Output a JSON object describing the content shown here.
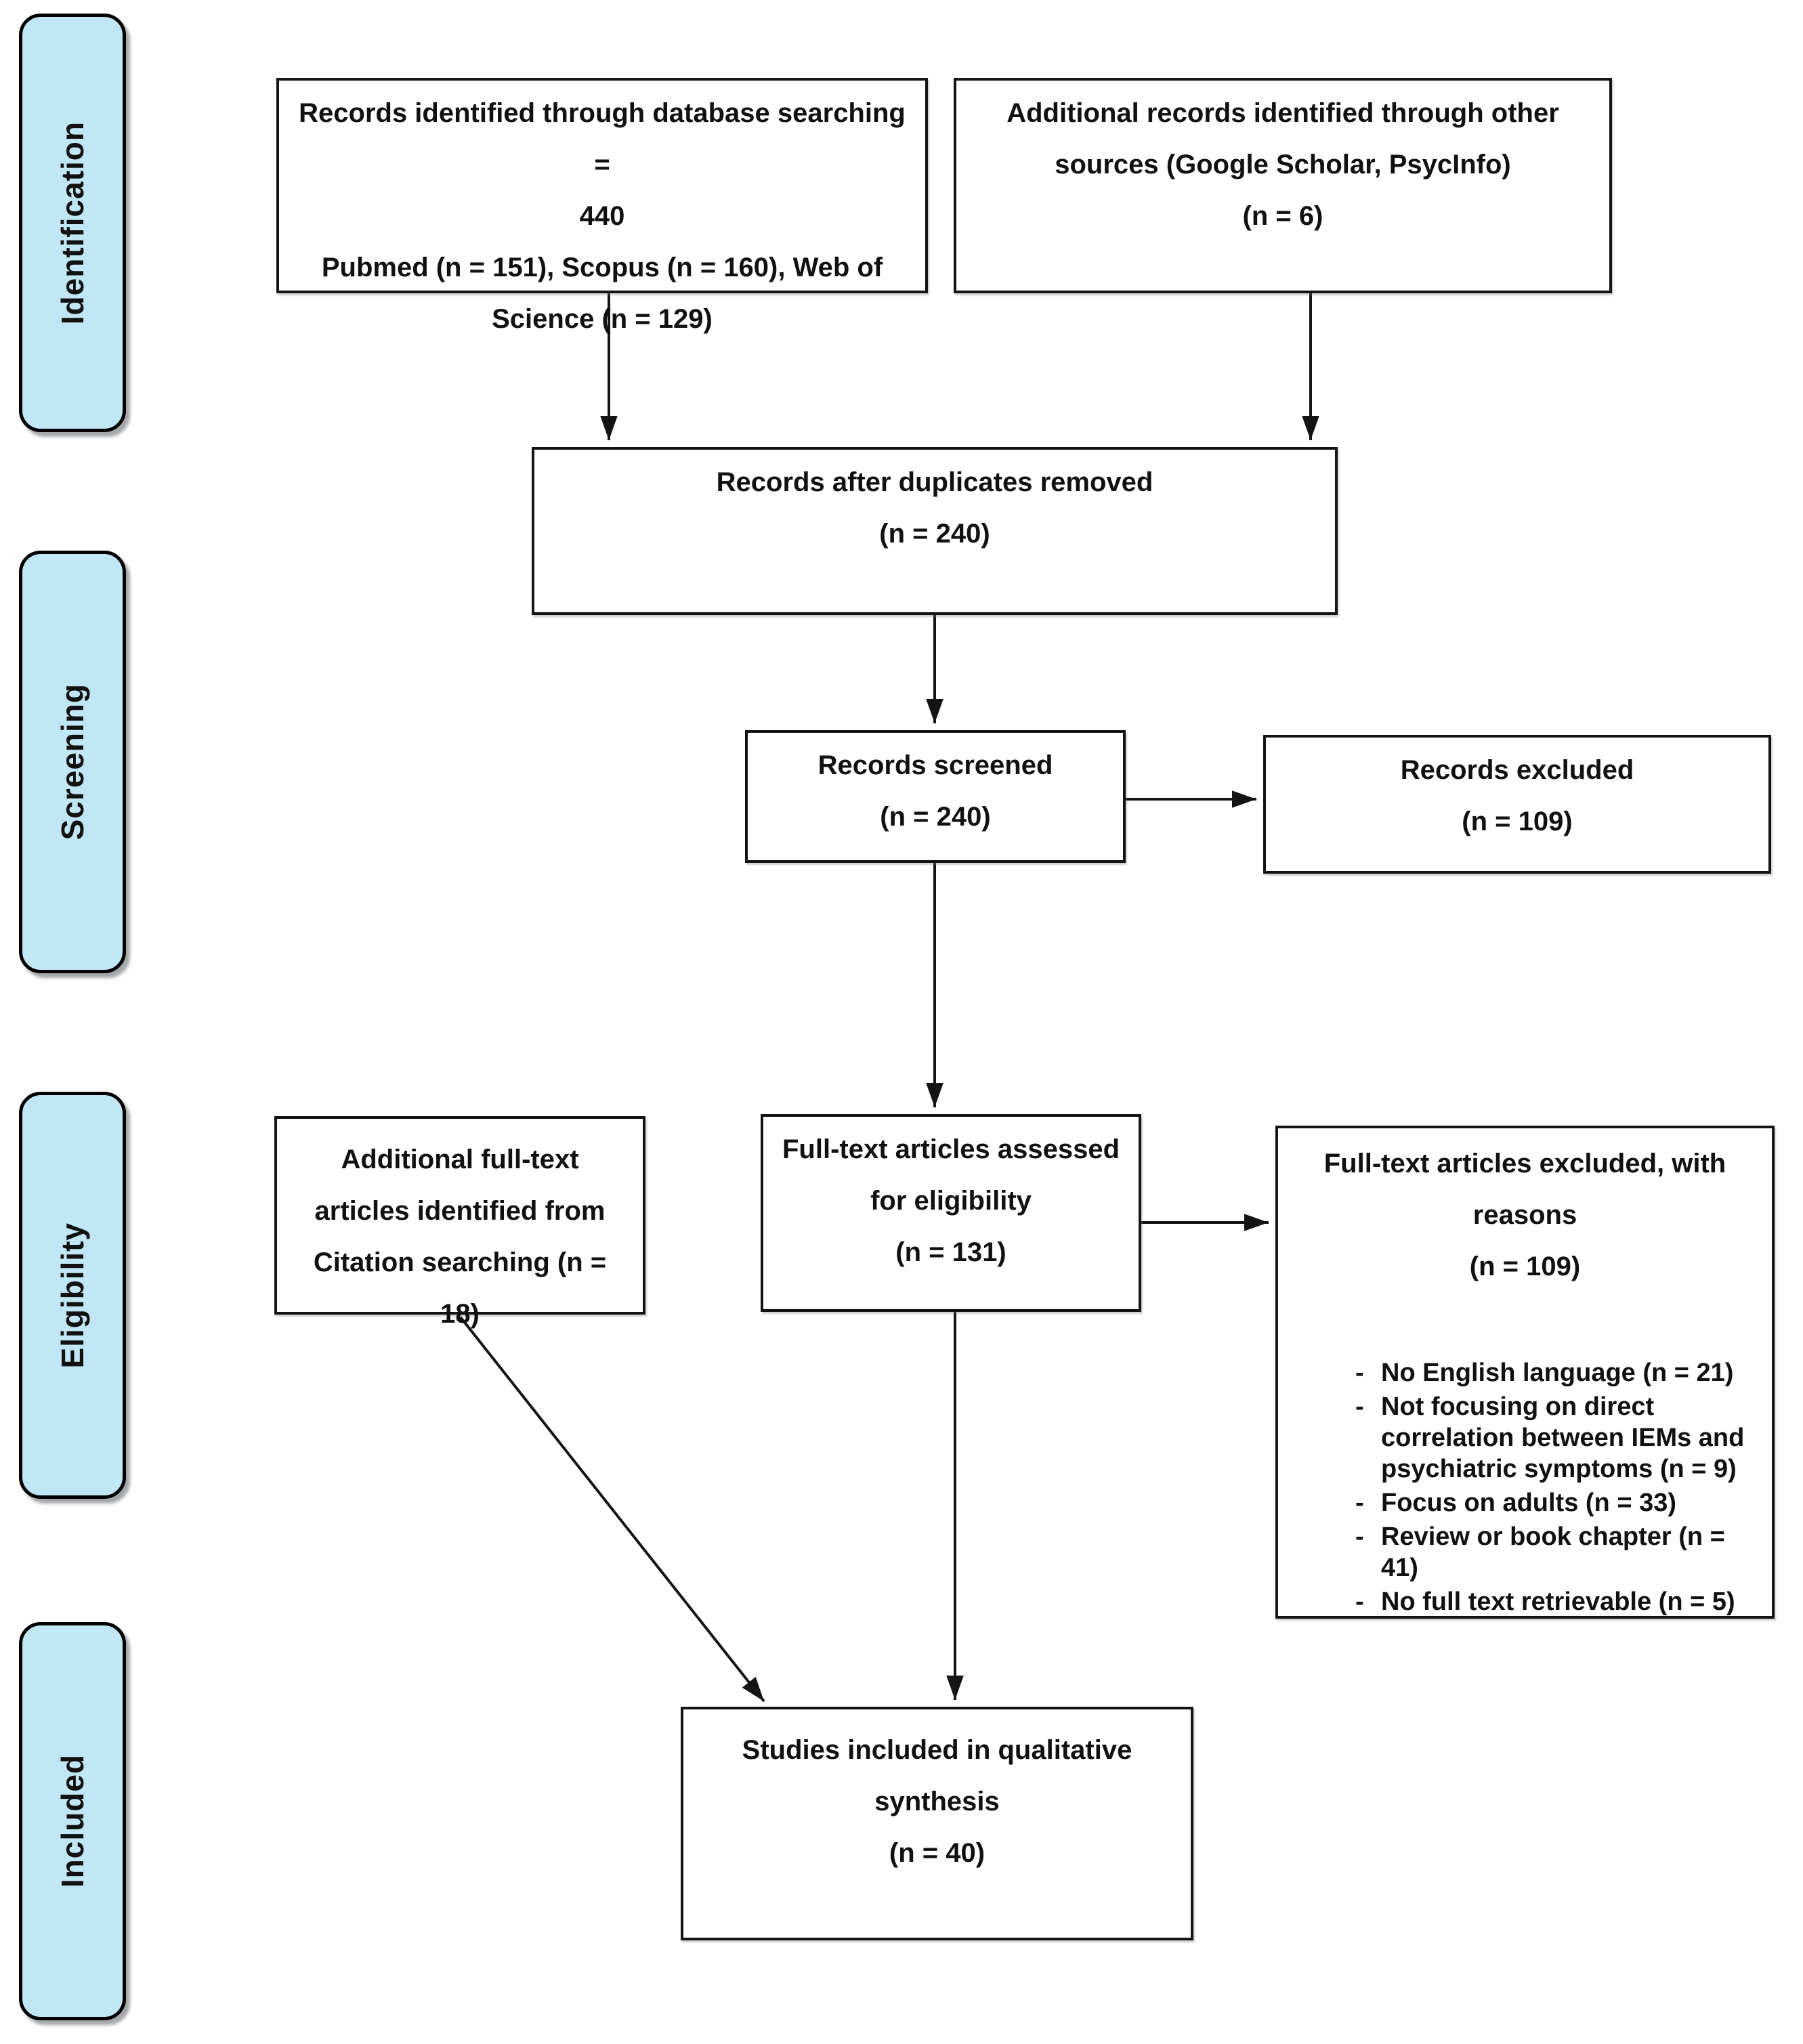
{
  "colors": {
    "stage_fill": "#c1e6f5",
    "stage_border": "#000000",
    "node_border": "#141414",
    "background": "#ffffff",
    "text": "#111111"
  },
  "stages": [
    {
      "label": "Identification"
    },
    {
      "label": "Screening"
    },
    {
      "label": "Eligibility"
    },
    {
      "label": "Included"
    }
  ],
  "nodes": {
    "identified_db": {
      "text": "Records identified through database searching =\n440\nPubmed (n = 151), Scopus (n = 160), Web of\nScience (n = 129)"
    },
    "identified_other": {
      "text": "Additional records identified through other\nsources (Google Scholar, PsycInfo)\n(n = 6)"
    },
    "after_duplicates": {
      "text": "Records after duplicates removed\n(n = 240)"
    },
    "screened": {
      "text": "Records screened\n(n = 240)"
    },
    "records_excluded": {
      "text": "Records excluded\n(n = 109)"
    },
    "citation_searching": {
      "text": "Additional full-text\narticles identified from\nCitation searching (n = 18)"
    },
    "fulltext_assessed": {
      "text": "Full-text articles assessed\nfor eligibility\n(n = 131)"
    },
    "fulltext_excluded": {
      "heading": "Full-text articles excluded, with\nreasons\n(n = 109)",
      "reasons": [
        "No English language (n = 21)",
        "Not focusing on direct correlation between IEMs and psychiatric symptoms (n = 9)",
        "Focus on adults (n = 33)",
        "Review or book chapter (n = 41)",
        "No full text retrievable (n = 5)"
      ]
    },
    "included_synthesis": {
      "text": "Studies included in qualitative\nsynthesis\n(n = 40)"
    }
  }
}
